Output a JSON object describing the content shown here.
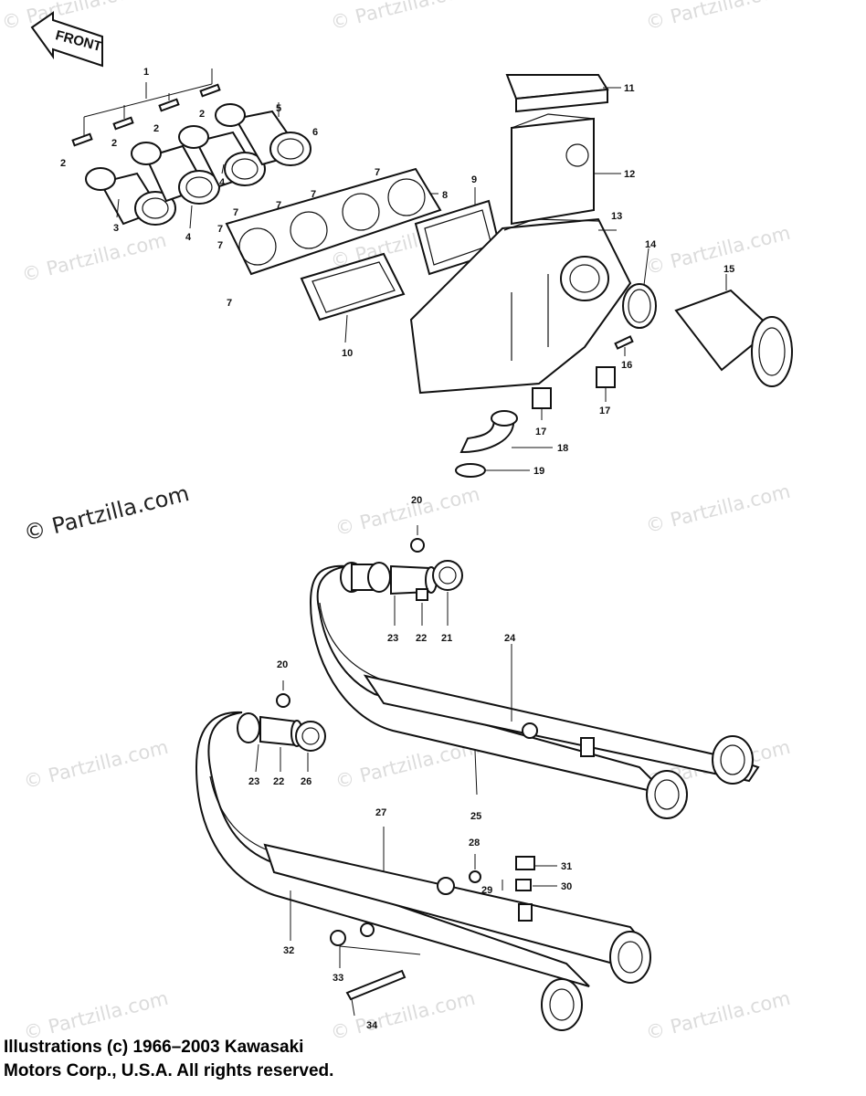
{
  "direction_label": "FRONT",
  "watermark": "© Partzilla.com",
  "copyright": {
    "line1": "Illustrations (c) 1966–2003 Kawasaki",
    "line2": "Motors Corp., U.S.A.  All rights reserved."
  },
  "callouts": [
    "1",
    "2",
    "2",
    "2",
    "2",
    "3",
    "4",
    "4",
    "5",
    "6",
    "7",
    "7",
    "7",
    "7",
    "7",
    "7",
    "7",
    "8",
    "9",
    "10",
    "11",
    "12",
    "13",
    "14",
    "15",
    "16",
    "17",
    "17",
    "18",
    "19",
    "20",
    "20",
    "21",
    "22",
    "22",
    "23",
    "23",
    "24",
    "25",
    "26",
    "27",
    "28",
    "29",
    "30",
    "31",
    "32",
    "33",
    "34"
  ]
}
